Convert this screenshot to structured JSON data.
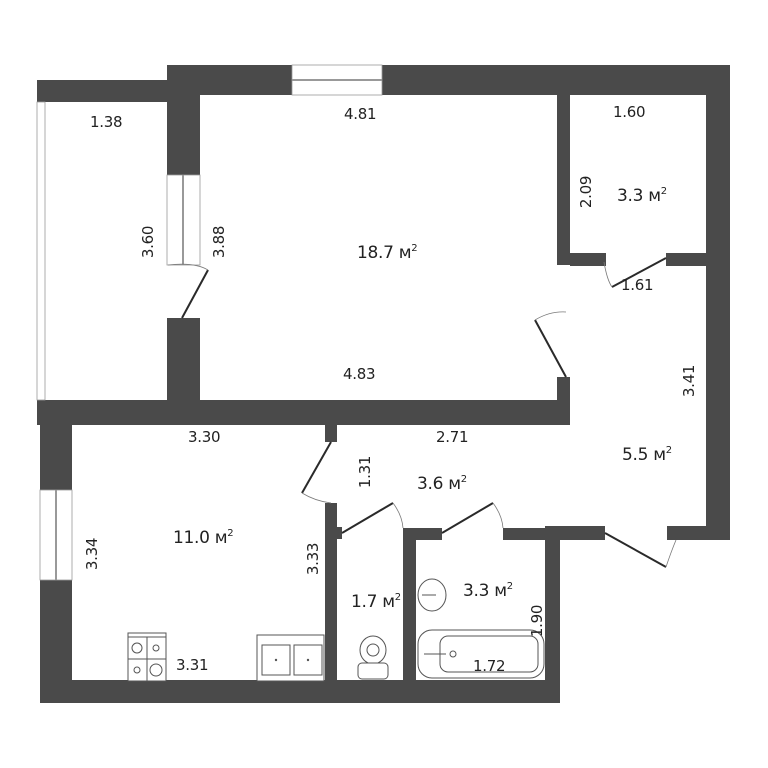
{
  "plan": {
    "rooms": [
      {
        "id": "living-room",
        "area": "18.7",
        "unit": "м",
        "dims": [
          "4.81",
          "3.88",
          "4.83"
        ]
      },
      {
        "id": "balcony",
        "area": null,
        "dims": [
          "1.38",
          "3.60"
        ]
      },
      {
        "id": "storage",
        "area": "3.3",
        "unit": "м",
        "dims": [
          "1.60",
          "2.09",
          "1.61"
        ]
      },
      {
        "id": "entry-hall",
        "area": "5.5",
        "unit": "м",
        "dims": [
          "3.41"
        ]
      },
      {
        "id": "corridor",
        "area": "3.6",
        "unit": "м",
        "dims": [
          "2.71",
          "1.31"
        ]
      },
      {
        "id": "kitchen",
        "area": "11.0",
        "unit": "м",
        "dims": [
          "3.30",
          "3.34",
          "3.33",
          "3.31"
        ]
      },
      {
        "id": "wc",
        "area": "1.7",
        "unit": "м",
        "dims": []
      },
      {
        "id": "bathroom",
        "area": "3.3",
        "unit": "м",
        "dims": [
          "1.90",
          "1.72"
        ]
      }
    ],
    "sup": "2",
    "colors": {
      "wall": "#4a4a4a",
      "background": "#ffffff",
      "text": "#222222"
    }
  }
}
